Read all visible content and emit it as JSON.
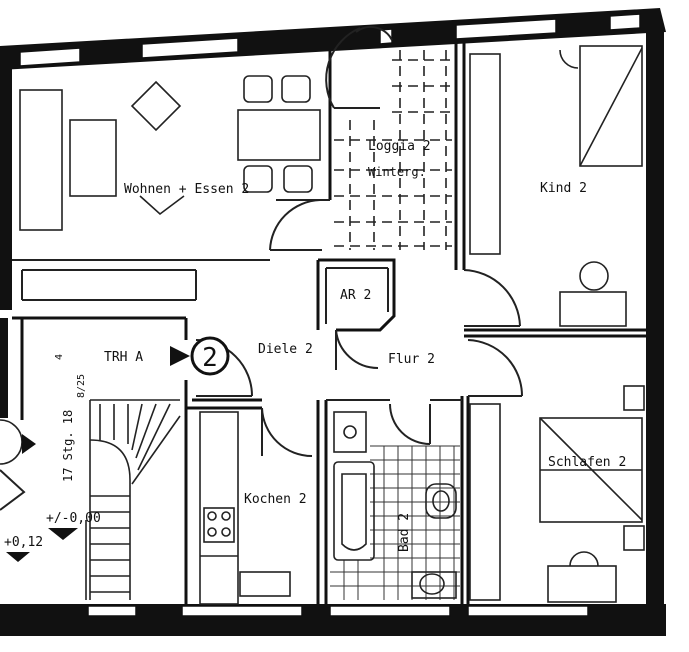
{
  "rooms": {
    "wohnen": "Wohnen + Essen 2",
    "loggia": "Loggia 2",
    "winterg": "Winterg.",
    "kind": "Kind 2",
    "ar": "AR 2",
    "diele": "Diele 2",
    "flur": "Flur 2",
    "kochen": "Kochen 2",
    "bad": "Bad 2",
    "schlafen": "Schlafen 2"
  },
  "stair": {
    "trh_label": "TRH A",
    "unit_number": "2",
    "steps_prefix": "17 Stg. 18",
    "steps_fraction": "8/25",
    "steps_superscript": "4",
    "level_main": "+/-0,00",
    "level_side": "+0,12"
  }
}
